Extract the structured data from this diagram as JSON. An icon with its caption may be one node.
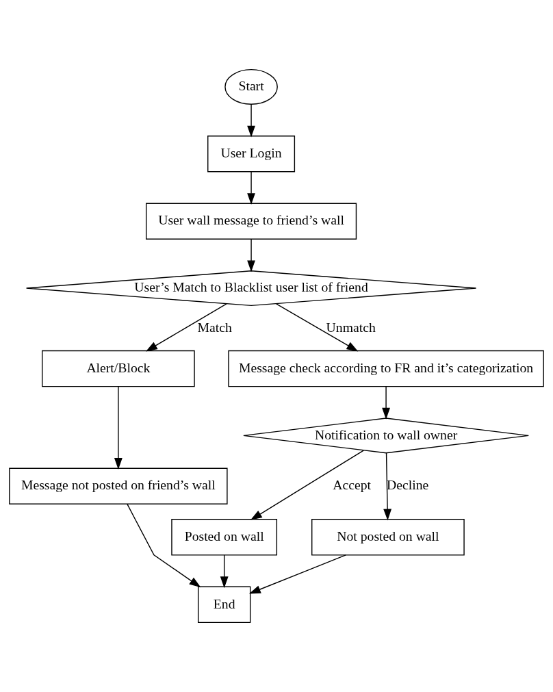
{
  "diagram": {
    "nodes": [
      {
        "text": [
          "Start"
        ]
      },
      {
        "text": [
          "User Login"
        ]
      },
      {
        "text": [
          "User wall message to friend’s wall"
        ]
      },
      {
        "text": [
          "User’s Match to Blacklist user list of friend"
        ]
      },
      {
        "text": [
          "Alert/Block"
        ]
      },
      {
        "text": [
          "Message not posted on friend’s wall"
        ]
      },
      {
        "text": [
          "Message check according to FR and it’s categorization"
        ]
      },
      {
        "text": [
          "Posted on wall"
        ]
      },
      {
        "text": [
          "Notification to wall owner"
        ]
      },
      {
        "text": [
          "End"
        ]
      },
      {
        "text": [
          "Not posted on wall"
        ]
      }
    ],
    "edges": [
      {
        "from": 0,
        "to": 1,
        "arrow": "to"
      },
      {
        "from": 1,
        "to": 2,
        "arrow": "to"
      },
      {
        "from": 2,
        "to": 3,
        "arrow": "to"
      },
      {
        "from": 3,
        "to": 4,
        "arrow": "to",
        "label": "Match"
      },
      {
        "from": 4,
        "to": 5,
        "arrow": "to"
      },
      {
        "from": 3,
        "to": 6,
        "arrow": "to",
        "label": "Unmatch"
      },
      {
        "from": 6,
        "to": 8,
        "arrow": "to"
      },
      {
        "from": 8,
        "to": 7,
        "arrow": "to",
        "label": "Accept"
      },
      {
        "from": 8,
        "to": 10,
        "arrow": "to",
        "label": "Decline"
      },
      {
        "from": 7,
        "to": 9,
        "arrow": "to"
      },
      {
        "from": 5,
        "to": 9,
        "arrow": "to"
      },
      {
        "from": 10,
        "to": 9,
        "arrow": "to"
      }
    ]
  }
}
